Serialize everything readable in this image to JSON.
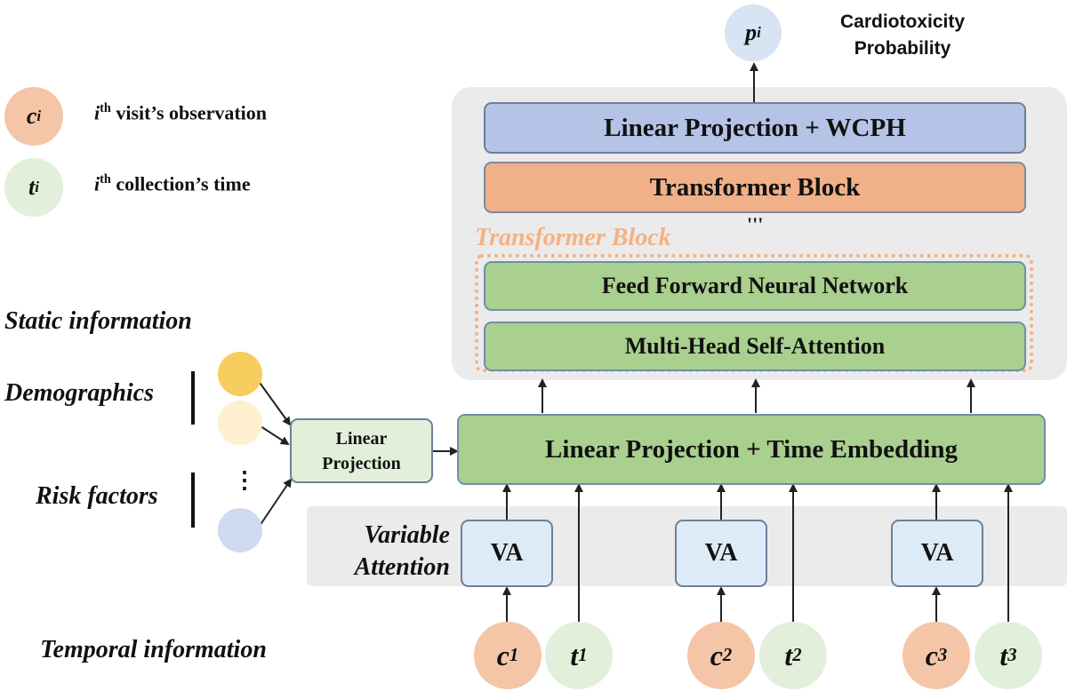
{
  "output": {
    "node_p": "p",
    "node_p_sub": "i",
    "label_line1": "Cardiotoxicity",
    "label_line2": "Probability"
  },
  "legend": {
    "c_symbol": "c",
    "c_sub": "i",
    "c_desc_sup": "th",
    "c_desc_pre": "i",
    "c_desc": " visit’s observation",
    "t_symbol": "t",
    "t_sub": "i",
    "t_desc_pre": "i",
    "t_desc_sup": "th",
    "t_desc": " collection’s time"
  },
  "stack": {
    "top_block": "Linear Projection + WCPH",
    "transformer_block": "Transformer Block",
    "ellipsis": "'''",
    "transformer_title": "Transformer Block",
    "ffnn": "Feed Forward Neural Network",
    "mhsa": "Multi-Head Self-Attention"
  },
  "static": {
    "title": "Static information",
    "demographics": "Demographics",
    "risk_factors": "Risk factors",
    "vdots": "⋮",
    "linear_projection_line1": "Linear",
    "linear_projection_line2": "Projection"
  },
  "embedding": {
    "label": "Linear Projection + Time Embedding"
  },
  "variable_attention": {
    "label_line1": "Variable",
    "label_line2": "Attention",
    "va_labels": [
      "VA",
      "VA",
      "VA"
    ]
  },
  "temporal": {
    "title": "Temporal information",
    "c_nodes": [
      {
        "symbol": "c",
        "sub": "1"
      },
      {
        "symbol": "c",
        "sub": "2"
      },
      {
        "symbol": "c",
        "sub": "3"
      }
    ],
    "t_nodes": [
      {
        "symbol": "t",
        "sub": "1"
      },
      {
        "symbol": "t",
        "sub": "2"
      },
      {
        "symbol": "t",
        "sub": "3"
      }
    ]
  },
  "colors": {
    "green_block": "#a9d08e",
    "blue_block": "#b4c3e6",
    "orange_block": "#f0b088",
    "dotted_border": "#f4b183",
    "panel": "#ebebeb"
  }
}
